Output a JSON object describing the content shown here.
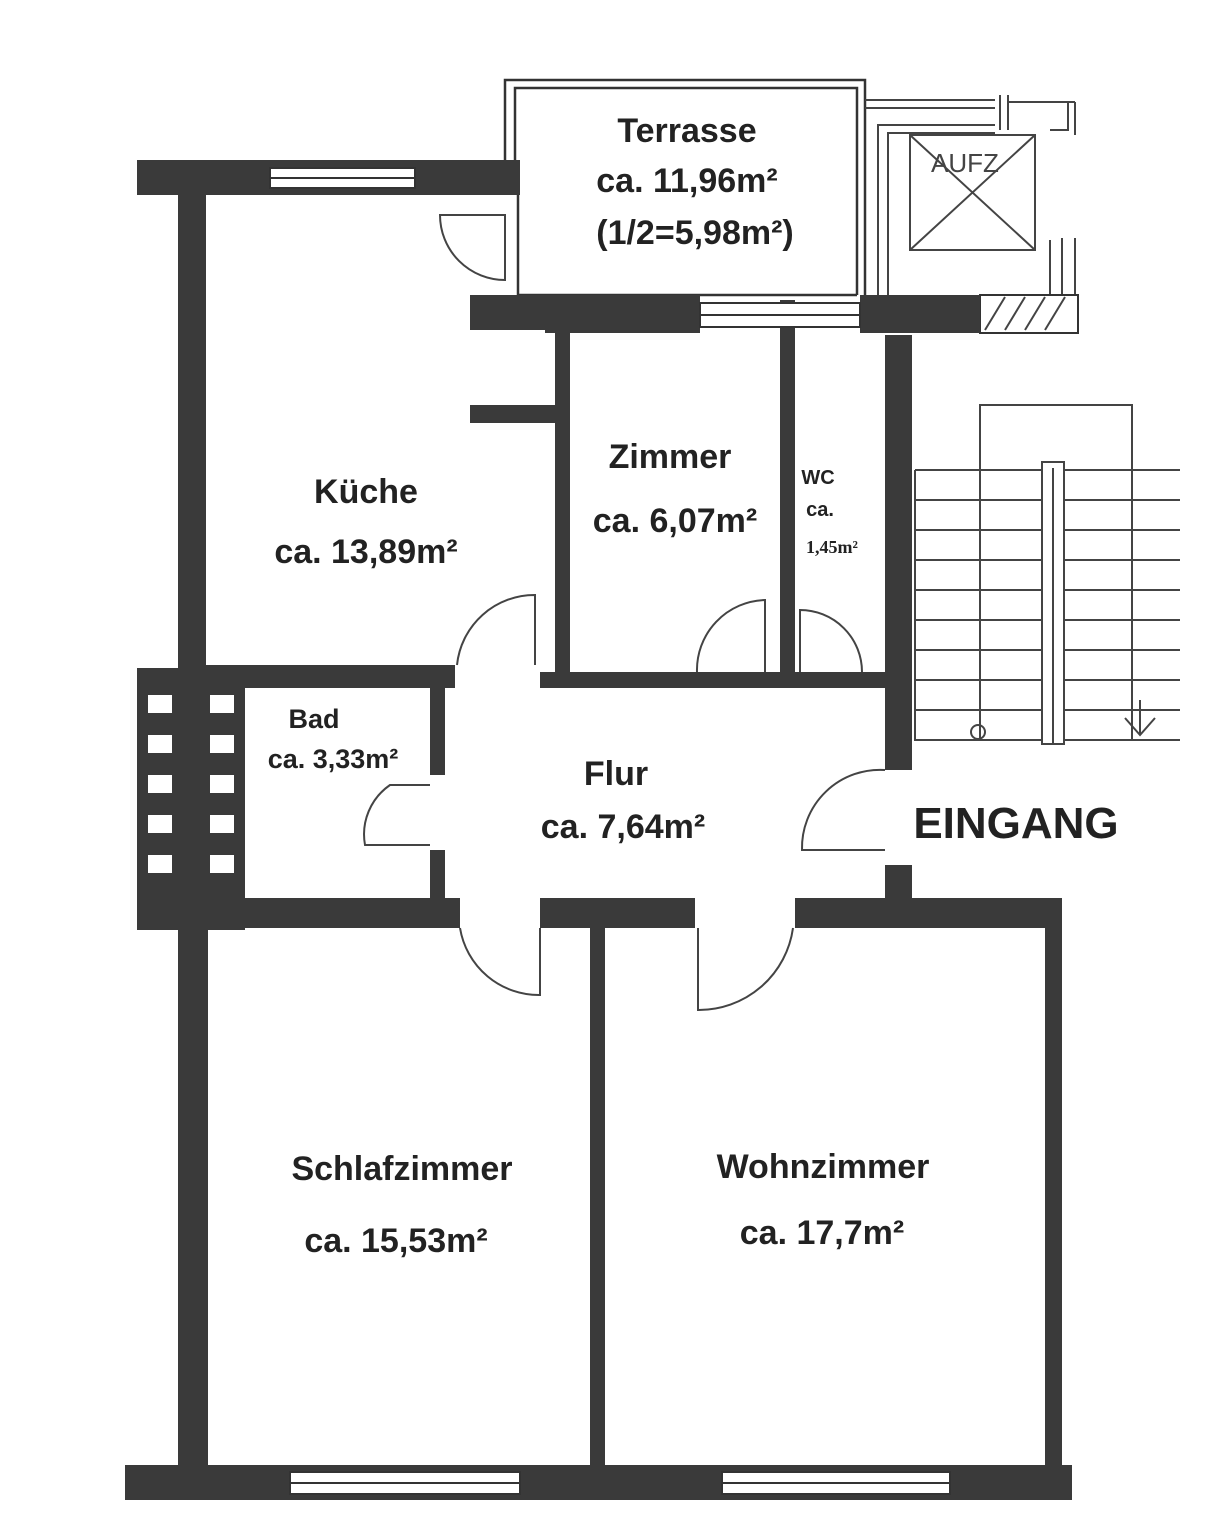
{
  "rooms": {
    "terrasse": {
      "name": "Terrasse",
      "area": "ca. 11,96m²",
      "note": "(1/2=5,98m²)"
    },
    "kueche": {
      "name": "Küche",
      "area": "ca. 13,89m²"
    },
    "zimmer": {
      "name": "Zimmer",
      "area": "ca. 6,07m²"
    },
    "wc": {
      "name": "WC",
      "ca": "ca.",
      "area": "1,45m²"
    },
    "bad": {
      "name": "Bad",
      "area": "ca. 3,33m²"
    },
    "flur": {
      "name": "Flur",
      "area": "ca. 7,64m²"
    },
    "schlafzimmer": {
      "name": "Schlafzimmer",
      "area": "ca. 15,53m²"
    },
    "wohnzimmer": {
      "name": "Wohnzimmer",
      "area": "ca. 17,7m²"
    }
  },
  "labels": {
    "eingang": "EINGANG",
    "aufzug": "AUFZ"
  }
}
